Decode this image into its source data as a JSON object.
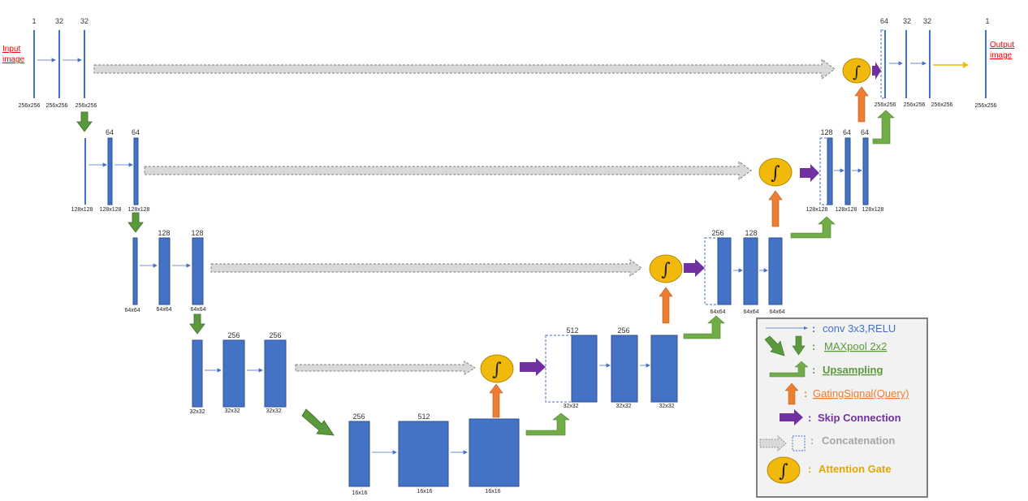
{
  "input_label": [
    "Input",
    "image"
  ],
  "output_label": [
    "Output",
    "image"
  ],
  "colors": {
    "block": "#4472c4",
    "block_stroke": "#2f528f",
    "conv_arrow": "#4472c4",
    "maxpool": "#5b9a3c",
    "upsampling": "#70ad47",
    "gating": "#ed7d31",
    "skip": "#7030a0",
    "concat": "#bfbfbf",
    "gate": "#f2b90d",
    "output_arrow": "#f2b90d"
  },
  "blocks": [
    {
      "id": "e1a",
      "channels": "1",
      "size": "256x256"
    },
    {
      "id": "e1b",
      "channels": "32",
      "size": "256x256"
    },
    {
      "id": "e1c",
      "channels": "32",
      "size": "256x256"
    },
    {
      "id": "e2a",
      "channels": "",
      "size": "128x128"
    },
    {
      "id": "e2b",
      "channels": "64",
      "size": "128x128"
    },
    {
      "id": "e2c",
      "channels": "64",
      "size": "128x128"
    },
    {
      "id": "e3a",
      "channels": "",
      "size": "64x64"
    },
    {
      "id": "e3b",
      "channels": "128",
      "size": "64x64"
    },
    {
      "id": "e3c",
      "channels": "128",
      "size": "64x64"
    },
    {
      "id": "e4a",
      "channels": "",
      "size": "32x32"
    },
    {
      "id": "e4b",
      "channels": "256",
      "size": "32x32"
    },
    {
      "id": "e4c",
      "channels": "256",
      "size": "32x32"
    },
    {
      "id": "b1",
      "channels": "256",
      "size": "16x16"
    },
    {
      "id": "b2",
      "channels": "512",
      "size": "16x16"
    },
    {
      "id": "b3",
      "channels": "",
      "size": "16x16"
    },
    {
      "id": "d4a",
      "channels": "512",
      "size": "32x32"
    },
    {
      "id": "d4b",
      "channels": "256",
      "size": "32x32"
    },
    {
      "id": "d4c",
      "channels": "",
      "size": "32x32"
    },
    {
      "id": "d3a",
      "channels": "256",
      "size": "64x64"
    },
    {
      "id": "d3b",
      "channels": "128",
      "size": "64x64"
    },
    {
      "id": "d3c",
      "channels": "",
      "size": "64x64"
    },
    {
      "id": "d2a",
      "channels": "128",
      "size": "128x128"
    },
    {
      "id": "d2b",
      "channels": "64",
      "size": "128x128"
    },
    {
      "id": "d2c",
      "channels": "64",
      "size": "128x128"
    },
    {
      "id": "d1a",
      "channels": "64",
      "size": "256x256"
    },
    {
      "id": "d1b",
      "channels": "32",
      "size": "256x256"
    },
    {
      "id": "d1c",
      "channels": "32",
      "size": "256x256"
    },
    {
      "id": "out",
      "channels": "1",
      "size": "256x256"
    }
  ],
  "legend": [
    {
      "symbol": "conv-arrow",
      "label": "conv 3x3,RELU",
      "color": "#4472c4"
    },
    {
      "symbol": "maxpool-arrows",
      "label": "MAXpool 2x2",
      "color": "#5b9a3c"
    },
    {
      "symbol": "upsampling-arrow",
      "label": "Upsampling",
      "color": "#70ad47"
    },
    {
      "symbol": "gating-arrow",
      "label": "GatingSignal(Query)",
      "color": "#ed7d31"
    },
    {
      "symbol": "skip-arrow",
      "label": "Skip Connection",
      "color": "#7030a0"
    },
    {
      "symbol": "concat-arrow",
      "label": "Concatenation",
      "color": "#a6a6a6"
    },
    {
      "symbol": "attention-gate",
      "label": "Attention Gate",
      "color": "#e0a800"
    }
  ],
  "gate_symbol": "∫"
}
